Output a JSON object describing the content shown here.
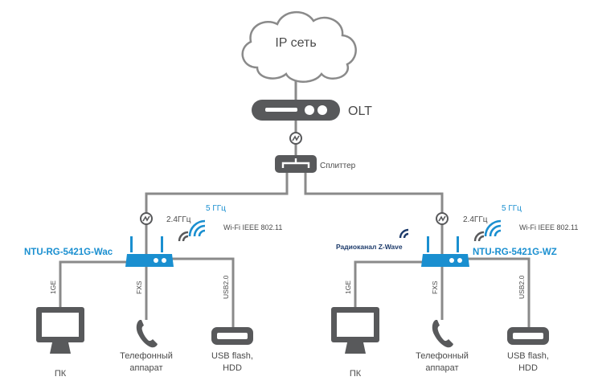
{
  "nodes": {
    "cloud_label": "IP сеть",
    "olt_label": "OLT",
    "splitter_label": "Сплиттер"
  },
  "left": {
    "model": "NTU-RG-5421G-Wac",
    "band_24": "2.4ГГц",
    "band_5": "5 ГГц",
    "wifi_std": "Wi-Fi IEEE 802.11",
    "port_ge": "1GE",
    "port_fxs": "FXS",
    "port_usb": "USB2.0",
    "pc_label": "ПК",
    "phone_label_1": "Телефонный",
    "phone_label_2": "аппарат",
    "usb_label_1": "USB flash,",
    "usb_label_2": "HDD"
  },
  "right": {
    "model": "NTU-RG-5421G-WZ",
    "zwave": "Радиоканал Z-Wave",
    "band_24": "2.4ГГц",
    "band_5": "5 ГГц",
    "wifi_std": "Wi-Fi IEEE 802.11",
    "port_ge": "1GE",
    "port_fxs": "FXS",
    "port_usb": "USB2.0",
    "pc_label": "ПК",
    "phone_label_1": "Телефонный",
    "phone_label_2": "аппарат",
    "usb_label_1": "USB flash,",
    "usb_label_2": "HDD"
  },
  "colors": {
    "device_gray": "#58595b",
    "router_blue": "#1a8fd0",
    "line_gray": "#8a8a8a",
    "navy": "#1d3b6b"
  }
}
